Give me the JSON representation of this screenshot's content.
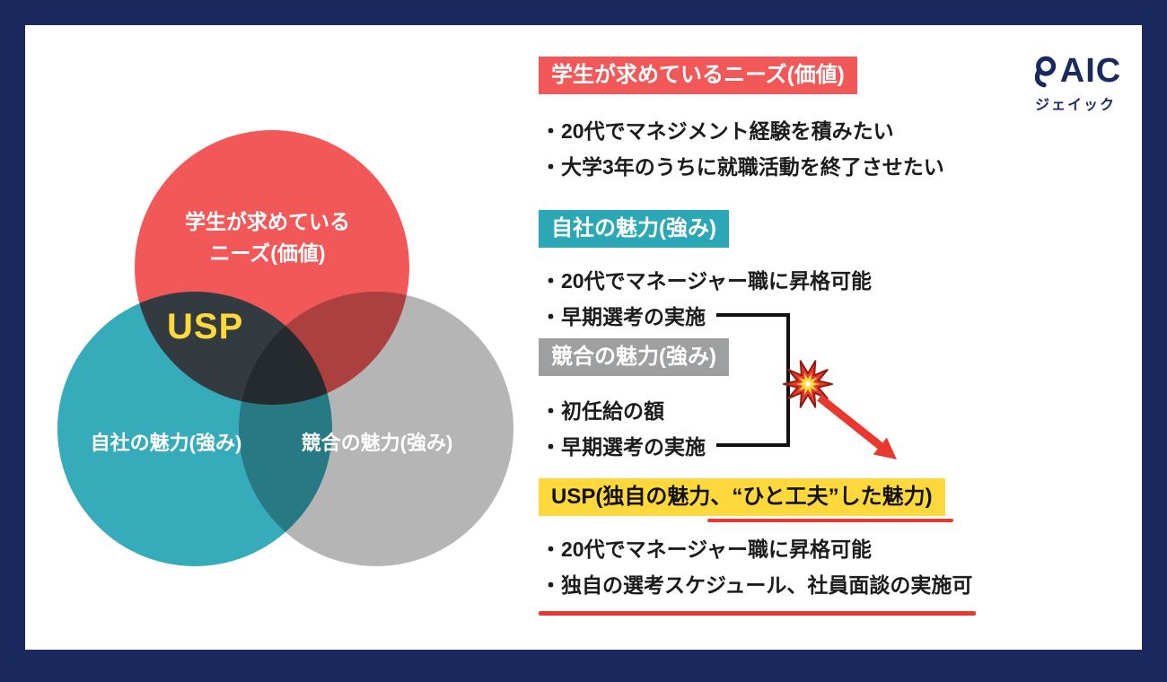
{
  "frame": {
    "border_color": "#1b2a5e",
    "background": "#ffffff"
  },
  "venn": {
    "usp_label": "USP",
    "usp_color": "#ffd83b",
    "circles": [
      {
        "id": "needs",
        "label_line1": "学生が求めている",
        "label_line2": "ニーズ(価値)",
        "color": "#f25858"
      },
      {
        "id": "company",
        "label": "自社の魅力(強み)",
        "color": "#36abb9"
      },
      {
        "id": "competitor",
        "label": "競合の魅力(強み)",
        "color": "#b5b5b6"
      }
    ]
  },
  "sections": [
    {
      "id": "needs",
      "header": "学生が求めているニーズ(価値)",
      "header_bg": "#f25858",
      "bullets": [
        "・20代でマネジメント経験を積みたい",
        "・大学3年のうちに就職活動を終了させたい"
      ]
    },
    {
      "id": "company",
      "header": "自社の魅力(強み)",
      "header_bg": "#2ba7b6",
      "bullets": [
        "・20代でマネージャー職に昇格可能",
        "・早期選考の実施"
      ]
    },
    {
      "id": "competitor",
      "header": "競合の魅力(強み)",
      "header_bg": "#9e9fa0",
      "bullets": [
        "・初任給の額",
        "・早期選考の実施"
      ]
    },
    {
      "id": "usp",
      "header": "USP(独自の魅力、“ひと工夫”した魅力)",
      "header_bg": "#ffd83b",
      "bullets": [
        "・20代でマネージャー職に昇格可能",
        "・独自の選考スケジュール、社員面談の実施可"
      ]
    }
  ],
  "accents": {
    "arrow_color": "#e8382f",
    "underline_color": "#e8382f",
    "connector_color": "#111111",
    "explosion_outer": "#e8382f",
    "explosion_inner": "#ffd83b"
  },
  "logo": {
    "text": "AIC",
    "subtext": "ジェイック",
    "color": "#1b2a5e"
  }
}
